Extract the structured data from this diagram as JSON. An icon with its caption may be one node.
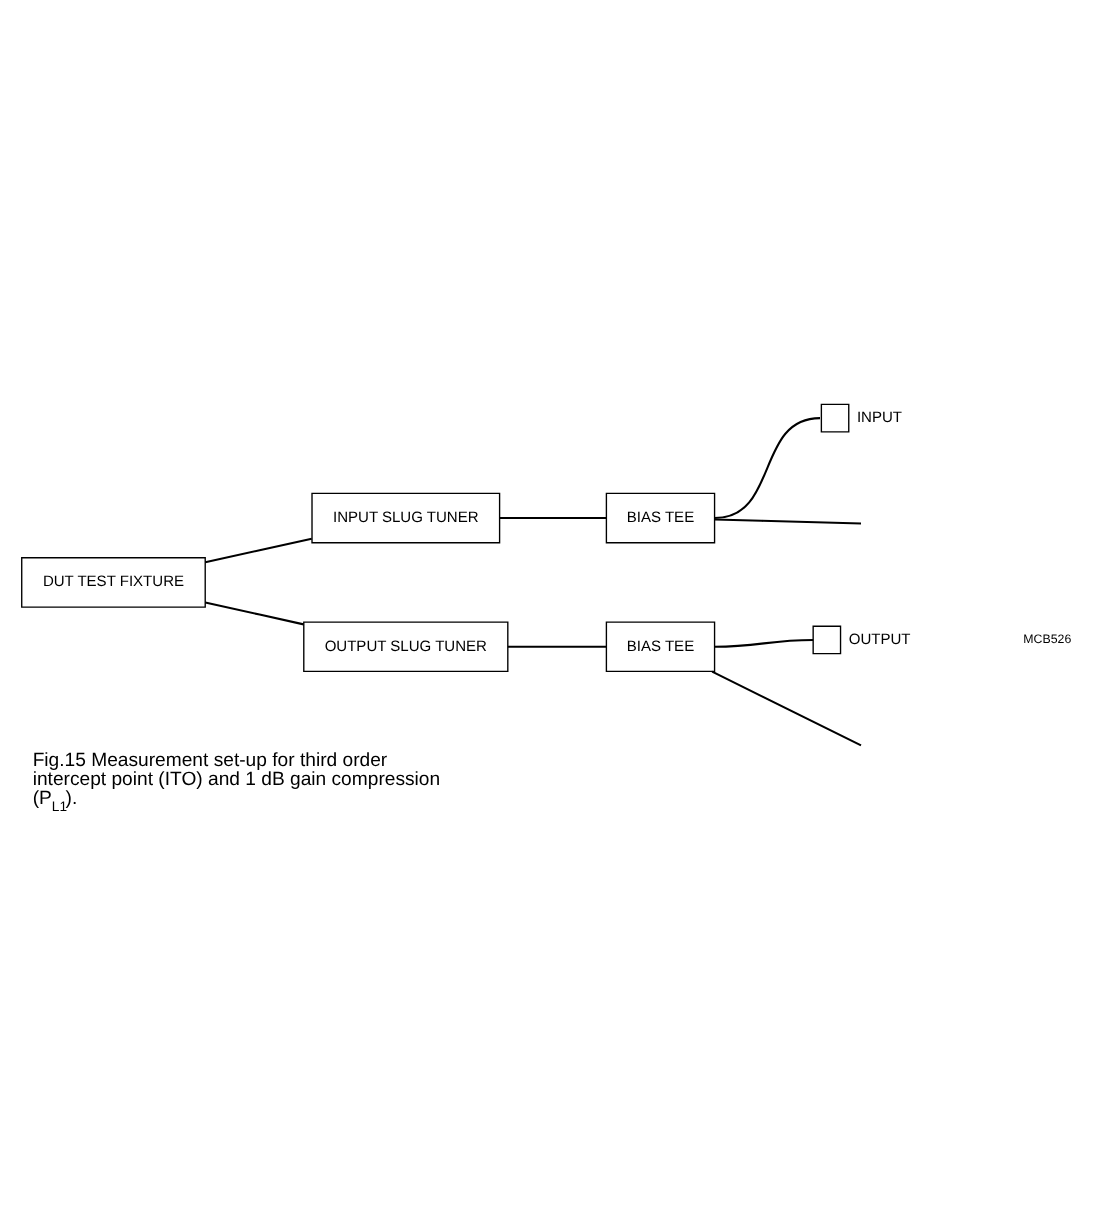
{
  "diagram": {
    "caption": "Fig.15 Measurement set-up for third order intercept point (ITO) and 1 dB gain compression (P$_{L1}$).",
    "nodes": [
      {
        "text": [
          "INPUT SLUG TUNER"
        ]
      },
      {
        "text": [
          "BIAS TEE"
        ]
      },
      {
        "text": [],
        "shape": "box",
        "beside": [
          "INPUT"
        ]
      },
      {
        "text": [
          "DUT TEST FIXTURE"
        ]
      },
      {
        "text": [
          "OUTPUT SLUG TUNER"
        ]
      },
      {
        "text": [
          "BIAS TEE"
        ]
      },
      {
        "text": [],
        "shape": "box",
        "beside": [
          "OUTPUT"
        ]
      }
    ],
    "edges": [
      {
        "from": 3,
        "to": 0,
        "arrow": "none"
      },
      {
        "from": 0,
        "to": 1,
        "arrow": "none"
      },
      {
        "from": 1,
        "to": 2,
        "arrow": "none"
      },
      {
        "from": 1,
        "to": null,
        "arrow": "none"
      },
      {
        "from": 3,
        "to": 4,
        "arrow": "none"
      },
      {
        "from": 4,
        "to": 5,
        "arrow": "none"
      },
      {
        "from": 5,
        "to": 6,
        "arrow": "none"
      },
      {
        "from": 5,
        "to": null,
        "arrow": "none"
      }
    ],
    "labels": [
      "MCB526"
    ]
  }
}
